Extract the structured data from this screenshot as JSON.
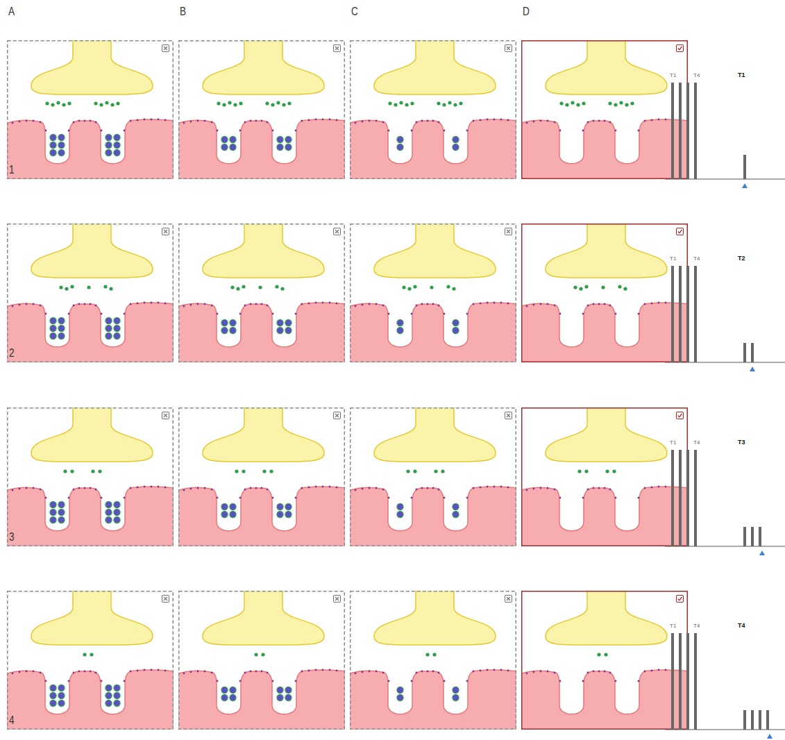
{
  "diagram": {
    "labels": [
      "A",
      "B",
      "C",
      "D",
      "1",
      "T1",
      "T4",
      "T1",
      "2",
      "T1",
      "T4",
      "T2",
      "3",
      "T1",
      "T4",
      "T3",
      "4",
      "T1",
      "T4",
      "T4"
    ]
  }
}
